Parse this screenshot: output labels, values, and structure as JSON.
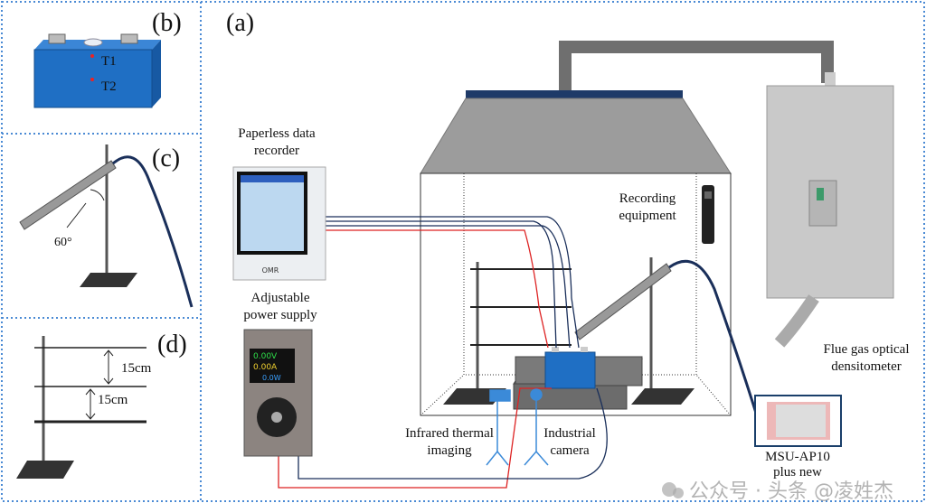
{
  "panels": {
    "a": {
      "tag": "(a)",
      "labels": {
        "recorder": [
          "Paperless data",
          "recorder"
        ],
        "power": [
          "Adjustable",
          "power supply"
        ],
        "recording": [
          "Recording",
          "equipment"
        ],
        "infrared": [
          "Infrared thermal",
          "imaging"
        ],
        "camera": [
          "Industrial",
          "camera"
        ],
        "densitometer": [
          "Flue gas optical",
          "densitometer"
        ],
        "phone": [
          "MSU-AP10",
          "plus new"
        ]
      },
      "power_display": [
        "0.00V",
        "0.00A",
        "0.0W"
      ],
      "recorder_brand": "OMR"
    },
    "b": {
      "tag": "(b)",
      "points": [
        "T1",
        "T2"
      ]
    },
    "c": {
      "tag": "(c)",
      "angle": "60°"
    },
    "d": {
      "tag": "(d)",
      "spacing": [
        "15cm",
        "15cm"
      ]
    }
  },
  "watermark": "公众号 · 头条 @凌姓杰",
  "colors": {
    "battery": "#1f6fc4",
    "frame": "#4a8ad4",
    "wire_red": "#d22",
    "wire_dark": "#1a2f5a",
    "hood": "#9c9c9c"
  }
}
